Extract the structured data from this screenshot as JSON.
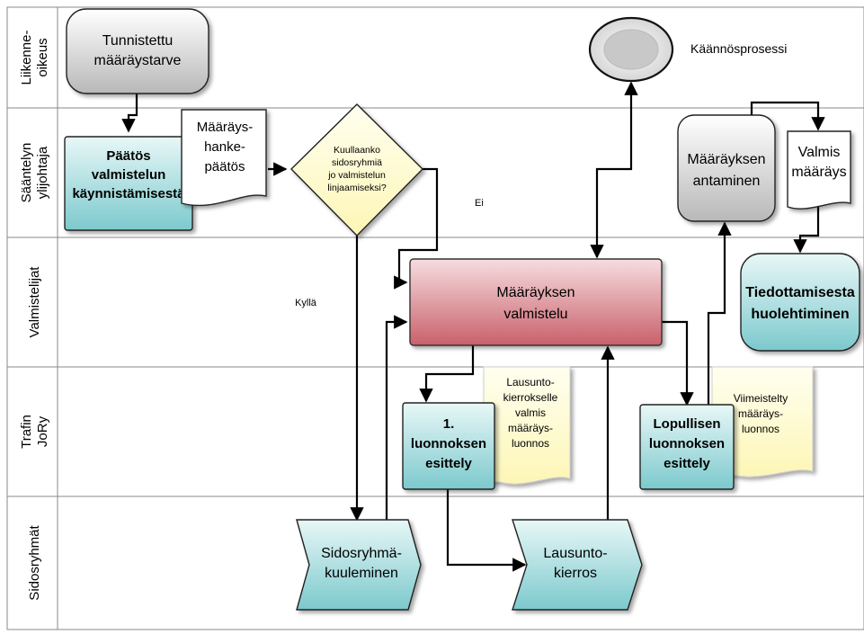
{
  "lanes": [
    {
      "id": "liikenne",
      "lines": [
        "Liikenne-",
        "oikeus"
      ]
    },
    {
      "id": "saantelyn",
      "lines": [
        "Sääntelyn",
        "ylijohtaja"
      ]
    },
    {
      "id": "valmistelijat",
      "lines": [
        "Valmistelijat"
      ]
    },
    {
      "id": "trafin",
      "lines": [
        "Trafin",
        "JoRy"
      ]
    },
    {
      "id": "sidosryhmat",
      "lines": [
        "Sidosryhmät"
      ]
    }
  ],
  "nodes": {
    "tunnistettu": {
      "lines": [
        "Tunnistettu",
        "määräystarve"
      ]
    },
    "paatos": {
      "lines": [
        "Päätös",
        "valmistelun",
        "käynnistämisestä"
      ]
    },
    "maaraysdoc": {
      "lines": [
        "Määräys-",
        "hanke-",
        "päätös"
      ]
    },
    "decision": {
      "lines": [
        "Kuullaanko",
        "sidosryhmiä",
        "jo valmistelun",
        "linjaamiseksi?"
      ]
    },
    "kaannos_label": "Käännösprosessi",
    "valmistelu": {
      "lines": [
        "Määräyksen",
        "valmistelu"
      ]
    },
    "antaminen": {
      "lines": [
        "Määräyksen",
        "antaminen"
      ]
    },
    "valmisdoc": {
      "lines": [
        "Valmis",
        "määräys"
      ]
    },
    "tiedottaminen": {
      "lines": [
        "Tiedottamisesta",
        "huolehtiminen"
      ]
    },
    "esittely1": {
      "lines": [
        "1.",
        "luonnoksen",
        "esittely"
      ]
    },
    "lausuntodoc": {
      "lines": [
        "Lausunto-",
        "kierrokselle",
        "valmis",
        "määräys-",
        "luonnos"
      ]
    },
    "lopullinen": {
      "lines": [
        "Lopullisen",
        "luonnoksen",
        "esittely"
      ]
    },
    "viimeisteltydoc": {
      "lines": [
        "Viimeistelty",
        "määräys-",
        "luonnos"
      ]
    },
    "kuuleminen": {
      "lines": [
        "Sidosryhmä-",
        "kuuleminen"
      ]
    },
    "kierros": {
      "lines": [
        "Lausunto-",
        "kierros"
      ]
    }
  },
  "labels": {
    "ei": "Ei",
    "kylla": "Kyllä"
  },
  "colors": {
    "teal": "#a9dcdf",
    "gray": "#d4d4d4",
    "red": "#d9868c",
    "yellow": "#fffbd2",
    "lane_line": "#8a8a8a"
  }
}
